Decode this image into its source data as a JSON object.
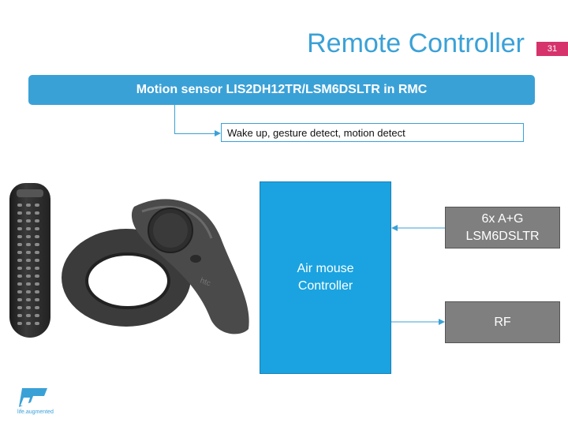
{
  "slide": {
    "title": "Remote Controller",
    "page_number": "31"
  },
  "banner": {
    "text": "Motion sensor LIS2DH12TR/LSM6DSLTR in RMC"
  },
  "feature": {
    "text": "Wake up, gesture detect, motion detect"
  },
  "diagram": {
    "controller": {
      "line1": "Air mouse",
      "line2": "Controller"
    },
    "sensor": {
      "line1": "6x A+G",
      "line2": "LSM6DSLTR"
    },
    "rf": {
      "label": "RF"
    }
  },
  "logo": {
    "tagline": "life.augmented"
  },
  "colors": {
    "accent": "#3aa1d7",
    "badge": "#d6336c",
    "controller_block": "#1aa3e0",
    "gray_block": "#7f7f7f"
  },
  "icons": [
    "st-logo-icon",
    "remote-control-image",
    "vr-controller-image"
  ]
}
